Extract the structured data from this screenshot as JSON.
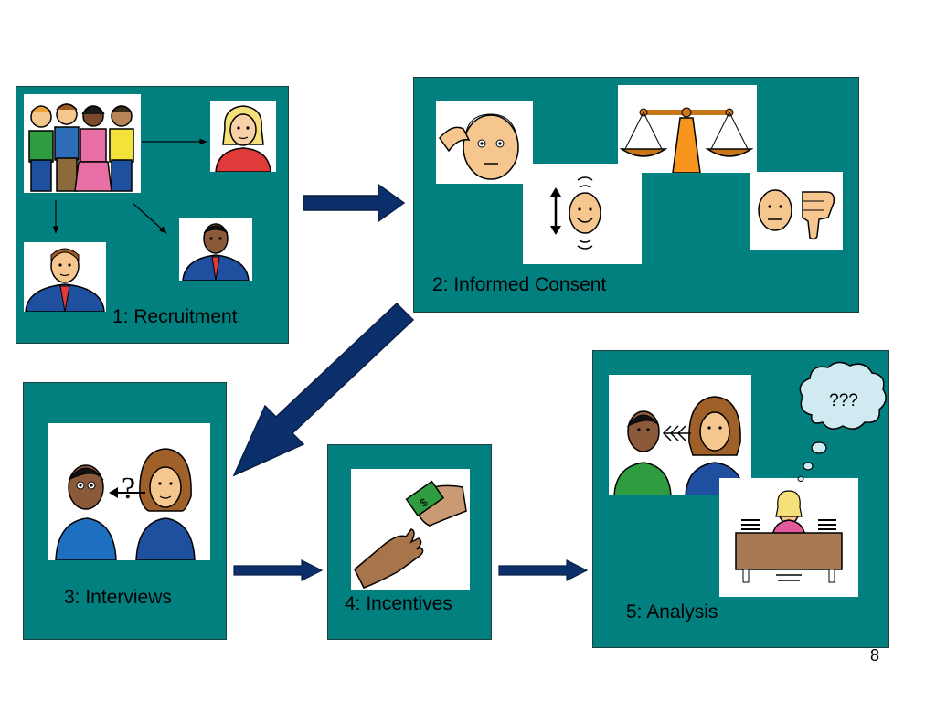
{
  "steps": [
    {
      "label": "1: Recruitment"
    },
    {
      "label": "2: Informed Consent"
    },
    {
      "label": "3: Interviews"
    },
    {
      "label": "4: Incentives"
    },
    {
      "label": "5: Analysis"
    }
  ],
  "thought_bubble": {
    "text": "???"
  },
  "page_number": "8",
  "colors": {
    "box": "#027f7f",
    "arrow": "#0b2f6b",
    "panel": "#ffffff"
  }
}
